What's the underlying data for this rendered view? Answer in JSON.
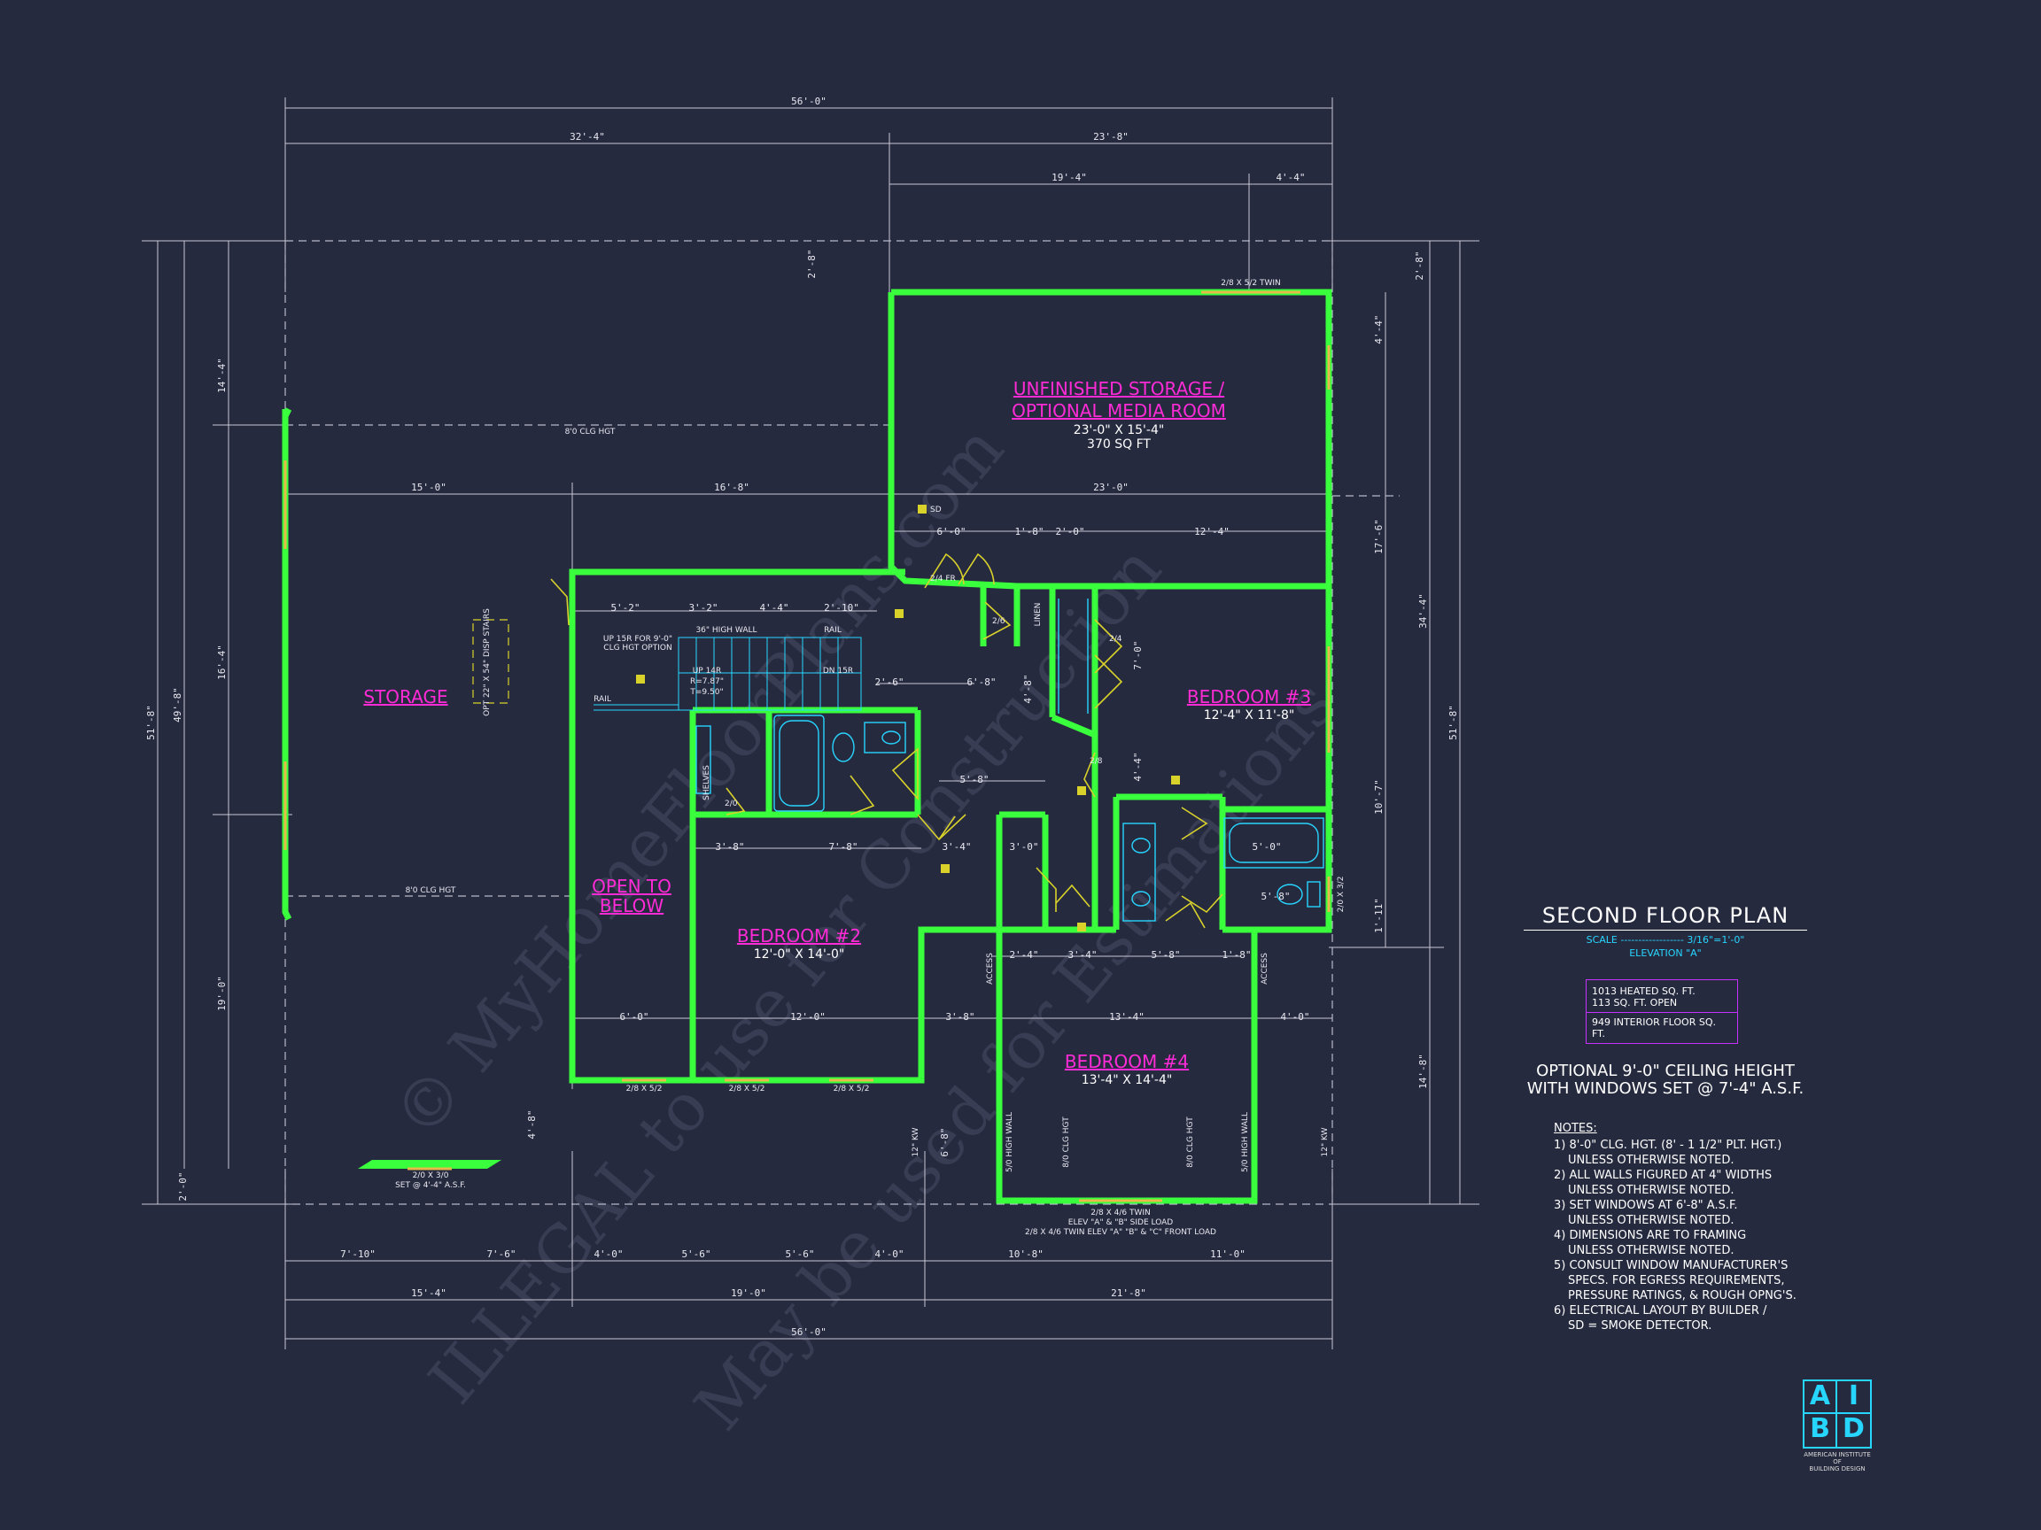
{
  "plan": {
    "title": "SECOND FLOOR PLAN",
    "scale_label": "SCALE",
    "scale_value": "3/16\"=1'-0\"",
    "elevation": "ELEVATION \"A\"",
    "area_heated": "1013 HEATED SQ. FT.",
    "area_open": "113 SQ. FT. OPEN",
    "area_interior": "949 INTERIOR FLOOR SQ. FT.",
    "option_line1": "OPTIONAL 9'-0\" CEILING HEIGHT",
    "option_line2": "WITH WINDOWS SET @ 7'-4\" A.S.F."
  },
  "notes": {
    "heading": "NOTES:",
    "items": [
      "1) 8'-0\" CLG. HGT. (8' - 1 1/2\" PLT. HGT.)",
      "UNLESS OTHERWISE NOTED.",
      "2) ALL WALLS FIGURED AT 4\" WIDTHS",
      "UNLESS OTHERWISE NOTED.",
      "3) SET WINDOWS AT 6'-8\" A.S.F.",
      "UNLESS OTHERWISE NOTED.",
      "4) DIMENSIONS ARE TO FRAMING",
      "UNLESS OTHERWISE NOTED.",
      "5) CONSULT WINDOW MANUFACTURER'S",
      "SPECS. FOR EGRESS REQUIREMENTS,",
      "PRESSURE RATINGS, & ROUGH OPNG'S.",
      "6) ELECTRICAL LAYOUT BY BUILDER /",
      "SD = SMOKE DETECTOR."
    ]
  },
  "rooms": {
    "media_name1": "UNFINISHED STORAGE /",
    "media_name2": "OPTIONAL MEDIA ROOM",
    "media_size": "23'-0\" X 15'-4\"",
    "media_area": "370 SQ FT",
    "storage": "STORAGE",
    "open1": "OPEN TO",
    "open2": "BELOW",
    "bed2": "BEDROOM #2",
    "bed2_size": "12'-0\" X 14'-0\"",
    "bed3": "BEDROOM #3",
    "bed3_size": "12'-4\" X 11'-8\"",
    "bed4": "BEDROOM #4",
    "bed4_size": "13'-4\" X 14'-4\""
  },
  "dims": {
    "top_total": "56'-0\"",
    "top_left": "32'-4\"",
    "top_right": "23'-8\"",
    "top_r1": "19'-4\"",
    "top_r2": "4'-4\"",
    "bot_total": "56'-0\"",
    "bot_a": "15'-4\"",
    "bot_b": "19'-0\"",
    "bot_c": "21'-8\"",
    "bot_d1": "7'-10\"",
    "bot_d2": "7'-6\"",
    "bot_d3": "4'-0\"",
    "bot_d4": "5'-6\"",
    "bot_d5": "5'-6\"",
    "bot_d6": "4'-0\"",
    "bot_d7": "10'-8\"",
    "bot_d8": "11'-0\"",
    "left_total": "51'-8\"",
    "left_a": "49'-8\"",
    "left_b": "14'-4\"",
    "left_c": "16'-4\"",
    "left_d": "19'-0\"",
    "left_e": "2'-0\"",
    "right_total": "51'-8\"",
    "right_a": "34'-4\"",
    "right_b": "14'-8\"",
    "right_c": "2'-8\"",
    "right_d": "4'-4\"",
    "right_e": "17'-6\"",
    "right_f": "10'-7\"",
    "right_g": "1'-11\"",
    "mid_a": "15'-0\"",
    "mid_b": "16'-8\"",
    "mid_c": "23'-0\"",
    "mid_d": "6'-0\"",
    "mid_e": "1'-8\"",
    "mid_f": "2'-0\"",
    "mid_g": "12'-4\"",
    "row_a": "5'-2\"",
    "row_b": "3'-2\"",
    "row_c": "4'-4\"",
    "row_d": "2'-10\"",
    "row_e": "2'-6\"",
    "row_f": "6'-8\"",
    "row_g": "5'-8\"",
    "row_h": "3'-8\"",
    "row_i": "7'-8\"",
    "row_j": "3'-4\"",
    "row_k": "3'-0\"",
    "row_l": "5'-0\"",
    "row_m": "5'-8\"",
    "lower_a": "6'-0\"",
    "lower_b": "12'-0\"",
    "lower_c": "3'-8\"",
    "lower_d": "13'-4\"",
    "lower_e": "4'-0\"",
    "lower_f": "2'-4\"",
    "lower_g": "3'-4\"",
    "lower_h": "5'-8\"",
    "lower_i": "1'-8\"",
    "v_a": "2'-8\"",
    "v_b": "7'-0\"",
    "v_c": "4'-4\"",
    "v_d": "4'-8\"",
    "v_e": "6'-8\"",
    "v_f": "4'-8\""
  },
  "notes_plan": {
    "clg1": "8'0 CLG HGT",
    "clg2": "8'0 CLG HGT",
    "win_twin": "2/8 X 5/2 TWIN",
    "win_a": "2/8 X 5/2",
    "win_b": "2/8 X 5/2",
    "win_c": "2/8 X 5/2",
    "win_bot1": "2/0 X 3/0",
    "win_bot2": "SET @ 4'-4\" A.S.F.",
    "win_bed4a": "2/8 X 4/6 TWIN",
    "win_bed4b": "ELEV \"A\" & \"B\" SIDE LOAD",
    "win_bed4c": "2/8 X 4/6 TWIN ELEV \"A\" \"B\" & \"C\" FRONT LOAD",
    "stair1": "UP 15R FOR 9'-0\"",
    "stair2": "CLG HGT OPTION",
    "stair3": "UP 14R",
    "stair4": "R=7.87\"",
    "stair5": "T=9.50\"",
    "stair6": "DN 15R",
    "wall36": "36\" HIGH WALL",
    "rail": "RAIL",
    "rail2": "RAIL",
    "attic": "OPT 22\" X 54\" DISP STAIRS",
    "shelves": "SHELVES",
    "linen": "LINEN",
    "access": "ACCESS",
    "access2": "ACCESS",
    "sd": "SD",
    "wall50a": "5/0 HIGH WALL",
    "wall50b": "5/0 HIGH WALL",
    "clg80a": "8/0 CLG HGT",
    "clg80b": "8/0 CLG HGT",
    "kw12a": "12\" KW",
    "kw12b": "12\" KW",
    "door24": "2/4",
    "door26": "2/6",
    "door28": "2/8",
    "door20": "2/0",
    "fr24": "2/4 FR",
    "win203": "2/0 X 3/2"
  },
  "logo": {
    "letters_top": "A",
    "letters_i": "I",
    "letters_b": "B",
    "letters_d": "D",
    "caption1": "AMERICAN INSTITUTE",
    "caption2": "OF",
    "caption3": "BUILDING DESIGN"
  },
  "watermarks": {
    "w1": "© MyHomeFloorPlans.com",
    "w2": "ILLEGAL to use for Construction",
    "w3": "May be used for Estimations"
  },
  "colors": {
    "background": "#262a3f",
    "wall": "#39ff3c",
    "room_label": "#ff2bd6",
    "accent": "#27d6ff",
    "window": "#e8b84a",
    "detector": "#d9d22b"
  }
}
